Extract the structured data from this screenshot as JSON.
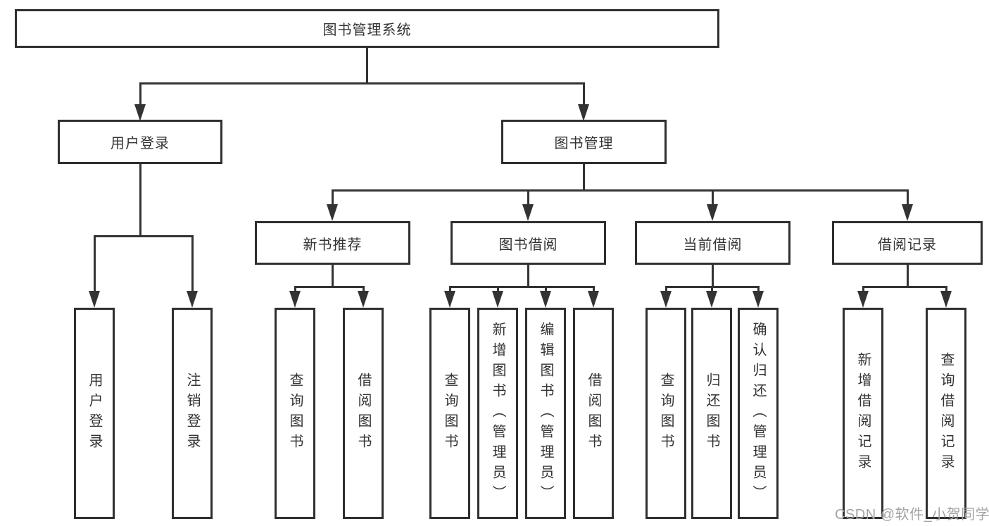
{
  "tree": {
    "root": {
      "label": "图书管理系统"
    },
    "level2": [
      {
        "label": "用户登录",
        "children": [
          {
            "label": "用户登录"
          },
          {
            "label": "注销登录"
          }
        ]
      },
      {
        "label": "图书管理",
        "children": [
          {
            "label": "新书推荐",
            "children": [
              {
                "label": "查询图书"
              },
              {
                "label": "借阅图书"
              }
            ]
          },
          {
            "label": "图书借阅",
            "children": [
              {
                "label": "查询图书"
              },
              {
                "label": "新增图书（管理员）"
              },
              {
                "label": "编辑图书（管理员）"
              },
              {
                "label": "借阅图书"
              }
            ]
          },
          {
            "label": "当前借阅",
            "children": [
              {
                "label": "查询图书"
              },
              {
                "label": "归还图书"
              },
              {
                "label": "确认归还（管理员）"
              }
            ]
          },
          {
            "label": "借阅记录",
            "children": [
              {
                "label": "新增借阅记录"
              },
              {
                "label": "查询借阅记录"
              }
            ]
          }
        ]
      }
    ]
  },
  "watermark": {
    "text": "CSDN @软件_小贺同学"
  },
  "colors": {
    "box_border": "#2f2f2f",
    "connector": "#333333",
    "text": "#333333",
    "watermark": "#a3a3a3",
    "background": "#ffffff"
  }
}
